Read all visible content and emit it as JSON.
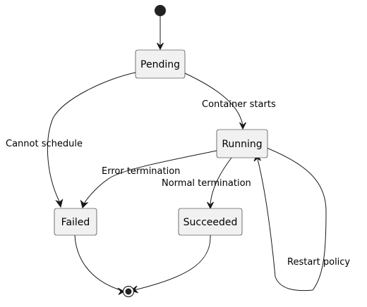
{
  "states": {
    "pending": "Pending",
    "running": "Running",
    "failed": "Failed",
    "succeeded": "Succeeded"
  },
  "transitions": {
    "container_starts": "Container starts",
    "cannot_schedule": "Cannot schedule",
    "error_termination": "Error termination",
    "normal_termination": "Normal termination",
    "restart_policy": "Restart policy"
  },
  "colors": {
    "state_fill": "#f1f1f1",
    "state_stroke": "#181818",
    "edge": "#181818"
  }
}
